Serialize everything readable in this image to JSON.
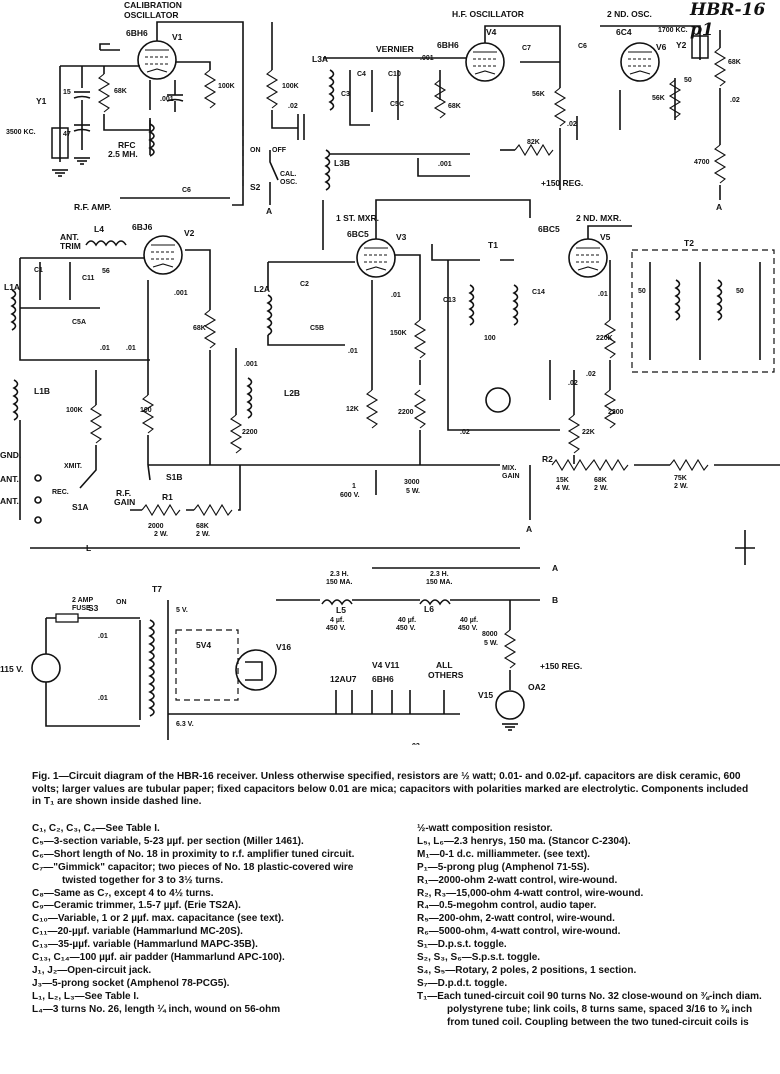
{
  "handwritten_note": "HBR-16 p1",
  "labels": {
    "cal_osc": "CALIBRATION\nOSCILLATOR",
    "hf_osc": "H.F. OSCILLATOR",
    "osc2": "2 ND. OSC.",
    "rf_amp": "R.F. AMP.",
    "mxr1": "1 ST. MXR.",
    "mxr2": "2 ND. MXR.",
    "t1": "T1",
    "t2": "T2",
    "t7": "T7",
    "v1": "V1",
    "v2": "V2",
    "v3": "V3",
    "v4": "V4",
    "v5": "V5",
    "v6": "V6",
    "v15": "V15",
    "v16": "V16",
    "tube_6bh6": "6BH6",
    "tube_6bj6": "6BJ6",
    "tube_6bc5": "6BC5",
    "tube_6c4": "6C4",
    "tube_5v4": "5V4",
    "tube_0a2": "OA2",
    "tube_12au7": "12AU7",
    "tube_v4v11": "V4 V11",
    "all_others": "ALL\nOTHERS",
    "y1": "Y1",
    "y1_freq": "3500 KC.",
    "y2": "Y2",
    "y2_freq": "1700 KC.",
    "rfc": "RFC\n2.5 MH.",
    "vernier": "VERNIER",
    "ant_trim": "ANT.\nTRIM",
    "mix_gain": "MIX.\nGAIN",
    "rf_gain": "R.F.\nGAIN",
    "plus150": "+150 REG.",
    "plus150b": "+150 REG.",
    "fuse": "2 AMP\nFUSE",
    "ac": "115 V.",
    "s3_on": "ON",
    "s2_on": "ON",
    "s2_off": "OFF",
    "s2_cal": "CAL.\nOSC.",
    "five_v": "5 V.",
    "six3_v": "6.3 V.",
    "gnd": "GND.",
    "ant": "ANT.",
    "xmit": "XMIT.",
    "rec": "REC.",
    "node_a": "A",
    "node_b": "B",
    "choke_l5": "2.3 H.\n150 MA.",
    "choke_l6": "2.3 H.\n150 MA.",
    "cap_40": "40 µf.\n450 V.",
    "cap_4": "4 µf.\n450 V.",
    "r8000": "8000\n5 W.",
    "r3000": "3000\n5 W.",
    "cap_600": "1\n600 V.",
    "r15k": "15K\n4 W.",
    "r68k_2w": "68K\n2 W.",
    "r75k": "75K\n2 W.",
    "r2000": "2000\n2 W.",
    "r68k_b": "68K\n2 W.",
    "values": {
      "c15": "15",
      "c47": "47",
      "r68k": "68K",
      "c001": ".001",
      "r100k": "100K",
      "c02": ".02",
      "r56k": "56K",
      "r82k": "82K",
      "r4700": "4700",
      "c50": "50",
      "r150k": "150K",
      "r12k": "12K",
      "r2200": "2200",
      "r220k": "220K",
      "r22k": "22K",
      "r100": "100",
      "r56": "56",
      "c01": ".01"
    }
  },
  "caption": "Fig. 1—Circuit diagram of the HBR-16 receiver. Unless otherwise specified, resistors are ½ watt; 0.01- and 0.02-µf. capacitors are disk ceramic, 600 volts; larger values are tubular paper; fixed capacitors below 0.01 are mica; capacitors with polarities marked are electrolytic. Components included in T₁ are shown inside dashed line.",
  "parts_left": [
    "C₁, C₂, C₃, C₄—See Table I.",
    "C₅—3-section variable, 5-23 µµf. per section (Miller 1461).",
    "C₆—Short length of No. 18 in proximity to r.f. amplifier tuned circuit.",
    "C₇—\"Gimmick\" capacitor; two pieces of No. 18 plastic-covered wire twisted together for 3 to 3½ turns.",
    "C₈—Same as C₇, except 4 to 4½ turns.",
    "C₉—Ceramic trimmer, 1.5-7 µµf. (Erie TS2A).",
    "C₁₀—Variable, 1 or 2 µµf. max. capacitance (see text).",
    "C₁₁—20-µµf. variable (Hammarlund MC-20S).",
    "C₁₃—35-µµf. variable (Hammarlund MAPC-35B).",
    "C₁₃, C₁₄—100 µµf. air padder (Hammarlund APC-100).",
    "J₁, J₂—Open-circuit jack.",
    "J₃—5-prong socket (Amphenol 78-PCG5).",
    "L₁, L₂, L₃—See Table I.",
    "L₄—3 turns No. 26, length ¼ inch, wound on 56-ohm"
  ],
  "parts_right": [
    "½-watt composition resistor.",
    "L₅, L₆—2.3 henrys, 150 ma. (Stancor C-2304).",
    "M₁—0-1 d.c. milliammeter. (see text).",
    "P₁—5-prong plug (Amphenol 71-5S).",
    "R₁—2000-ohm 2-watt control, wire-wound.",
    "R₂, R₃—15,000-ohm 4-watt control, wire-wound.",
    "R₄—0.5-megohm control, audio taper.",
    "R₅—200-ohm, 2-watt control, wire-wound.",
    "R₆—5000-ohm, 4-watt control, wire-wound.",
    "S₁—D.p.s.t. toggle.",
    "S₂, S₃, S₆—S.p.s.t. toggle.",
    "S₄, S₅—Rotary, 2 poles, 2 positions, 1 section.",
    "S₇—D.p.d.t. toggle.",
    "T₁—Each tuned-circuit coil 90 turns No. 32 close-wound on ⅜-inch diam. polystyrene tube; link coils, 8 turns same, spaced 3/16 to ⅜ inch from tuned coil. Coupling between the two tuned-circuit coils is"
  ]
}
